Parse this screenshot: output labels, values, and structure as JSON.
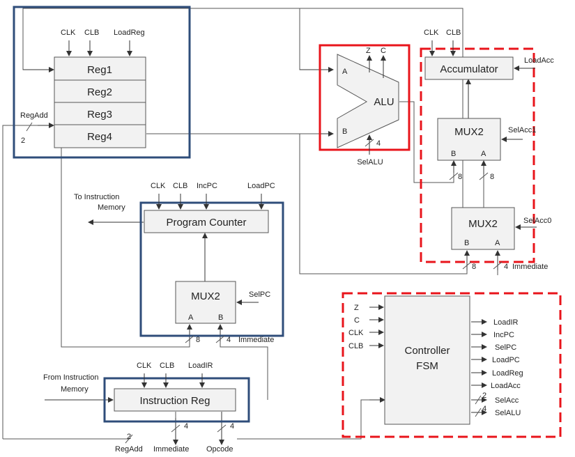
{
  "colors": {
    "blue_frame": "#2f4d7a",
    "red_frame": "#e8141b",
    "block_fill": "#f2f2f2",
    "wire": "#555555"
  },
  "registers": {
    "clk": "CLK",
    "clb": "CLB",
    "load": "LoadReg",
    "rows": [
      "Reg1",
      "Reg2",
      "Reg3",
      "Reg4"
    ],
    "addr": "RegAdd",
    "addr_width": "2"
  },
  "alu": {
    "title": "ALU",
    "in_a": "A",
    "in_b": "B",
    "flag_z": "Z",
    "flag_c": "C",
    "sel": "SelALU",
    "sel_width": "4"
  },
  "accumulator": {
    "title": "Accumulator",
    "clk": "CLK",
    "clb": "CLB",
    "load": "LoadAcc",
    "mux1": {
      "title": "MUX2",
      "in_b": "B",
      "in_a": "A",
      "sel": "SelAcc1",
      "width_b": "8",
      "width_a": "8"
    },
    "mux0": {
      "title": "MUX2",
      "in_b": "B",
      "in_a": "A",
      "sel": "SelAcc0",
      "width_b": "8",
      "width_a": "4",
      "immediate": "Immediate"
    }
  },
  "program_counter": {
    "title": "Program Counter",
    "clk": "CLK",
    "clb": "CLB",
    "inc": "IncPC",
    "load": "LoadPC",
    "output_line1": "To Instruction",
    "output_line2": "Memory",
    "mux": {
      "title": "MUX2",
      "in_a": "A",
      "in_b": "B",
      "sel": "SelPC",
      "width_a": "8",
      "width_b": "4",
      "immediate": "Immediate"
    }
  },
  "instruction_reg": {
    "title": "Instruction Reg",
    "clk": "CLK",
    "clb": "CLB",
    "load": "LoadIR",
    "input_line1": "From Instruction",
    "input_line2": "Memory",
    "out_regadd": "RegAdd",
    "out_regadd_width": "2",
    "out_immediate": "Immediate",
    "out_immediate_width": "4",
    "out_opcode": "Opcode",
    "out_opcode_width": "4"
  },
  "controller": {
    "title_line1": "Controller",
    "title_line2": "FSM",
    "inputs": [
      "Z",
      "C",
      "CLK",
      "CLB"
    ],
    "outputs": [
      "LoadIR",
      "IncPC",
      "SelPC",
      "LoadPC",
      "LoadReg",
      "LoadAcc",
      "SelAcc",
      "SelALU"
    ],
    "selacc_width": "2",
    "selalu_width": "4"
  }
}
